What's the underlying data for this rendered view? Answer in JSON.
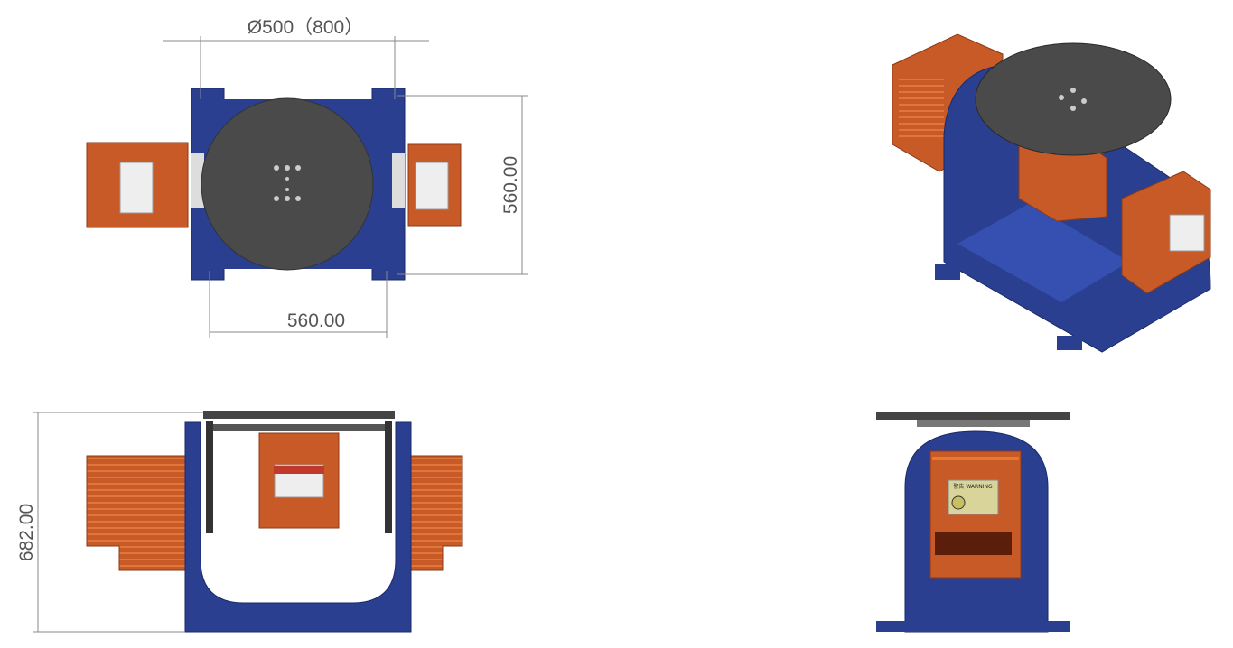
{
  "dimensions": {
    "top_diameter": "Ø500（800）",
    "top_height": "560.00",
    "top_width": "560.00",
    "side_height": "682.00"
  },
  "labels": {
    "warning_label": "警告 WARNING"
  },
  "colors": {
    "frame_blue": "#2a3f8f",
    "motor_orange": "#c85a28",
    "plate_gray": "#4a4a4a",
    "dim_line": "#888888"
  }
}
